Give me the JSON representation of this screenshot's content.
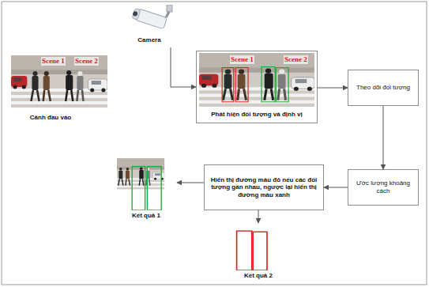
{
  "diagram": {
    "nodes": [
      {
        "text": [
          "Camera"
        ]
      },
      {
        "text": [
          "Scene 1",
          "Scene 2",
          "Cảnh đầu vào"
        ]
      },
      {
        "text": [
          "Scene 1",
          "Scene 2",
          "Phát hiện đối tượng và định vị"
        ]
      },
      {
        "text": [
          "Theo dõi đối tượng"
        ]
      },
      {
        "text": [
          "Ước lượng khoảng cách"
        ]
      },
      {
        "text": [
          "Hiển thị đường màu đỏ nếu các đối tượng gần nhau, ngược lại hiển thị đường màu xanh"
        ]
      },
      {
        "text": [
          "Kết quả 1"
        ]
      },
      {
        "text": [
          "Kết quả 2"
        ]
      }
    ],
    "edges": [
      {
        "from": 0,
        "to": 2,
        "arrow": "to"
      },
      {
        "from": 2,
        "to": 3,
        "arrow": "to"
      },
      {
        "from": 3,
        "to": 4,
        "arrow": "to"
      },
      {
        "from": 4,
        "to": 5,
        "arrow": "to"
      },
      {
        "from": 5,
        "to": 6,
        "arrow": "to"
      },
      {
        "from": 5,
        "to": 7,
        "arrow": "to"
      }
    ]
  }
}
